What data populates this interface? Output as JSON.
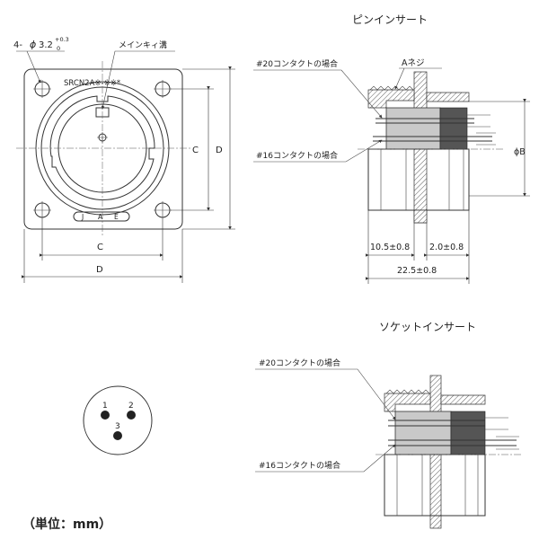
{
  "pin_title": "ピンインサート",
  "socket_title": "ソケットインサート",
  "unit_label": "（単位：mm）",
  "front": {
    "hole_label_main": "4-",
    "hole_phi": "ϕ",
    "hole_dia": "3.2",
    "hole_tol_plus": "+0.3",
    "hole_tol_zero": "0",
    "keyway_label": "メインキィ溝",
    "model": "SRCN2A※-※※*",
    "jae_j": "J",
    "jae_a": "A",
    "jae_e": "E",
    "dim_c_h": "C",
    "dim_d_h": "D",
    "dim_c_v": "C",
    "dim_d_v": "D"
  },
  "pin": {
    "a_screw": "Aネジ",
    "contact20": "#20コンタクトの場合",
    "contact16": "#16コンタクトの場合",
    "dim_left": "10.5±0.8",
    "dim_right": "2.0±0.8",
    "dim_total": "22.5±0.8",
    "dim_phib": "ϕB"
  },
  "socket": {
    "contact20": "#20コンタクトの場合",
    "contact16": "#16コンタクトの場合"
  },
  "pins": {
    "p1": "1",
    "p2": "2",
    "p3": "3"
  }
}
